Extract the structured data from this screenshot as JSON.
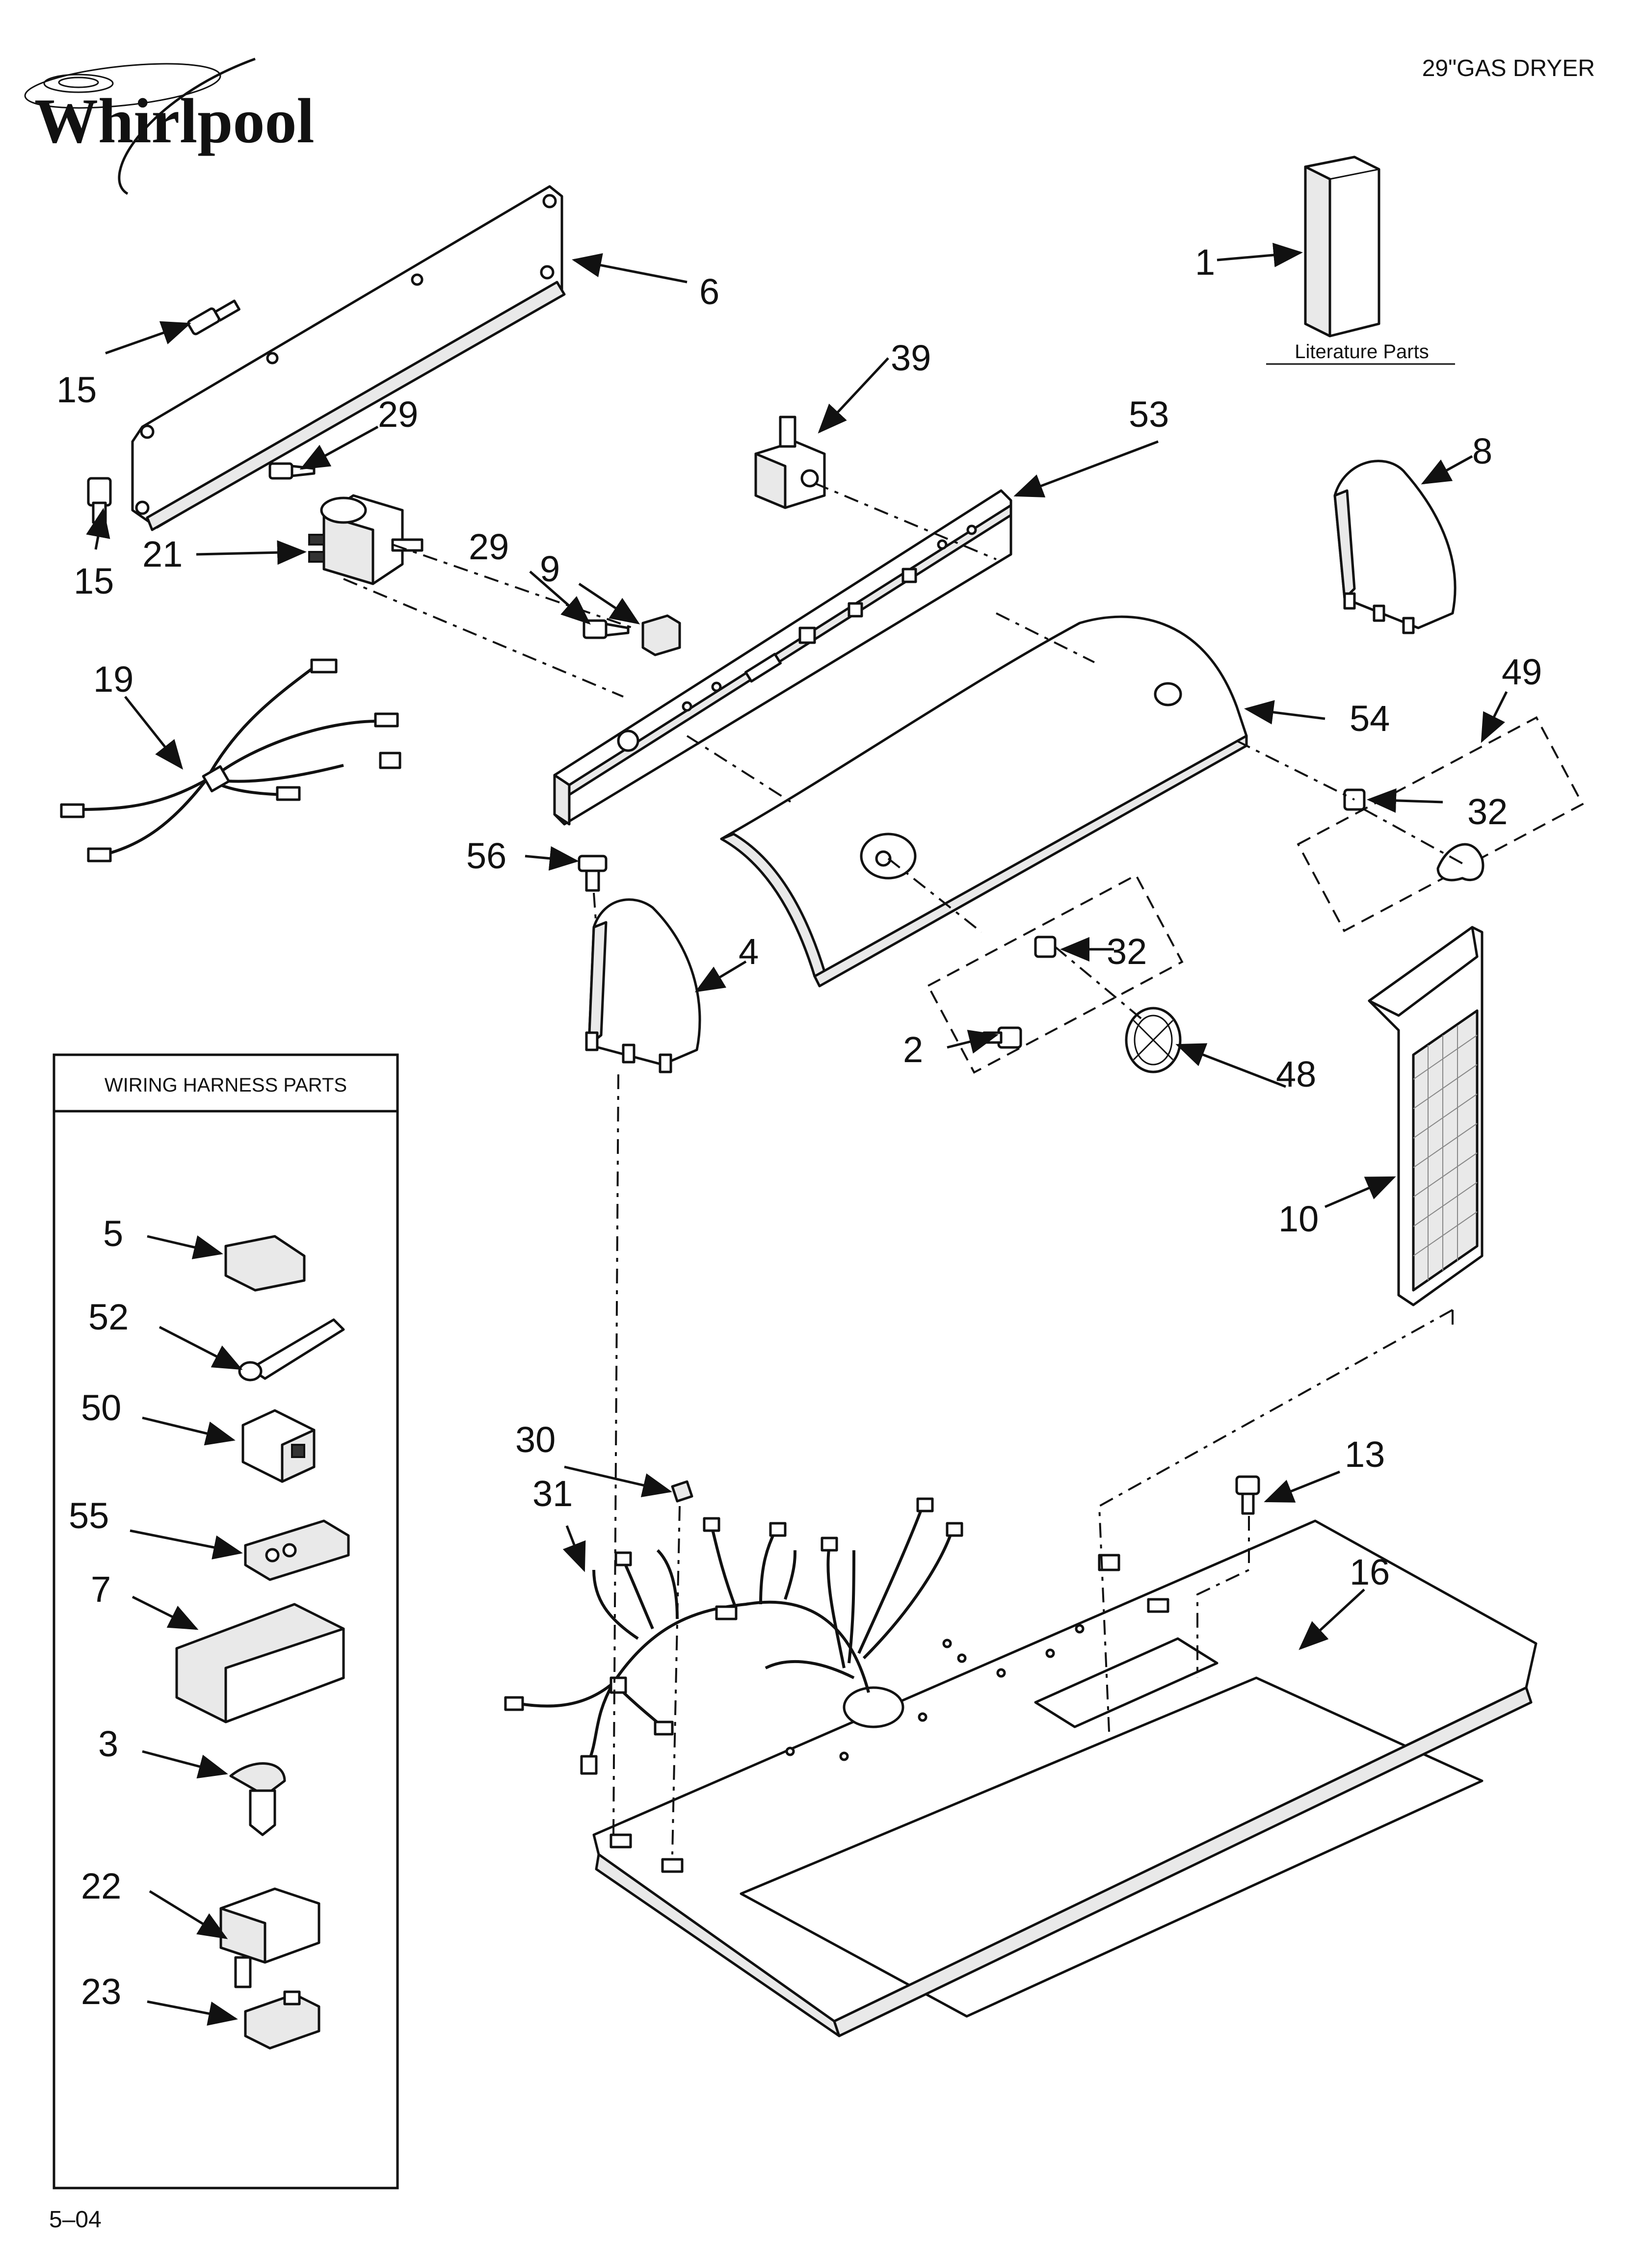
{
  "header": {
    "brand": "Whirlpool",
    "model_title": "29\"GAS DRYER"
  },
  "literature": {
    "label": "Literature Parts"
  },
  "wiring_box": {
    "title": "WIRING HARNESS PARTS"
  },
  "footer": {
    "date_code": "5–04"
  },
  "callouts": {
    "c1": "1",
    "c6": "6",
    "c15a": "15",
    "c15b": "15",
    "c29a": "29",
    "c29b": "29",
    "c21": "21",
    "c9": "9",
    "c39": "39",
    "c53": "53",
    "c8": "8",
    "c19": "19",
    "c49": "49",
    "c54": "54",
    "c32a": "32",
    "c32b": "32",
    "c56": "56",
    "c4": "4",
    "c2": "2",
    "c48": "48",
    "c10": "10",
    "c5": "5",
    "c52": "52",
    "c50": "50",
    "c55": "55",
    "c7": "7",
    "c3": "3",
    "c22": "22",
    "c23": "23",
    "c30": "30",
    "c31": "31",
    "c13": "13",
    "c16": "16"
  }
}
